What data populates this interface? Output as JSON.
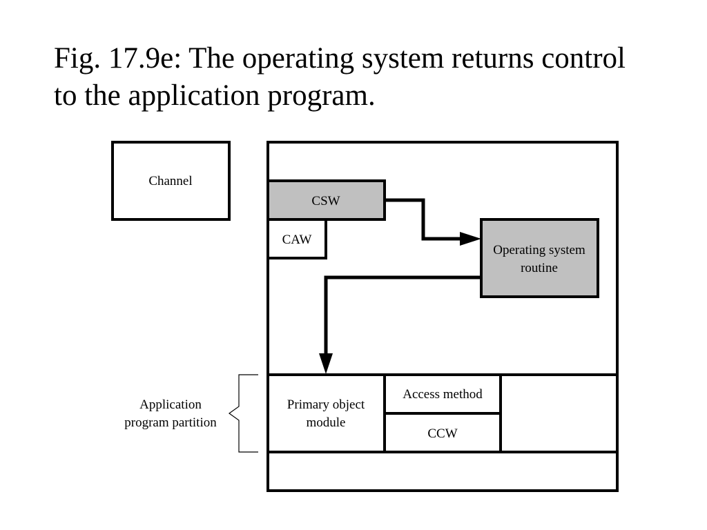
{
  "title": {
    "line1": "Fig. 17.9e: The operating system returns control",
    "line2": "to the application program."
  },
  "diagram": {
    "channel_label": "Channel",
    "csw_label": "CSW",
    "caw_label": "CAW",
    "os_routine": {
      "line1": "Operating system",
      "line2": "routine"
    },
    "primary_module": {
      "line1": "Primary object",
      "line2": "module"
    },
    "access_method_label": "Access method",
    "ccw_label": "CCW",
    "partition_label": {
      "line1": "Application",
      "line2": "program partition"
    }
  },
  "colors": {
    "highlight_fill": "#c0c0c0",
    "stroke": "#000000"
  }
}
